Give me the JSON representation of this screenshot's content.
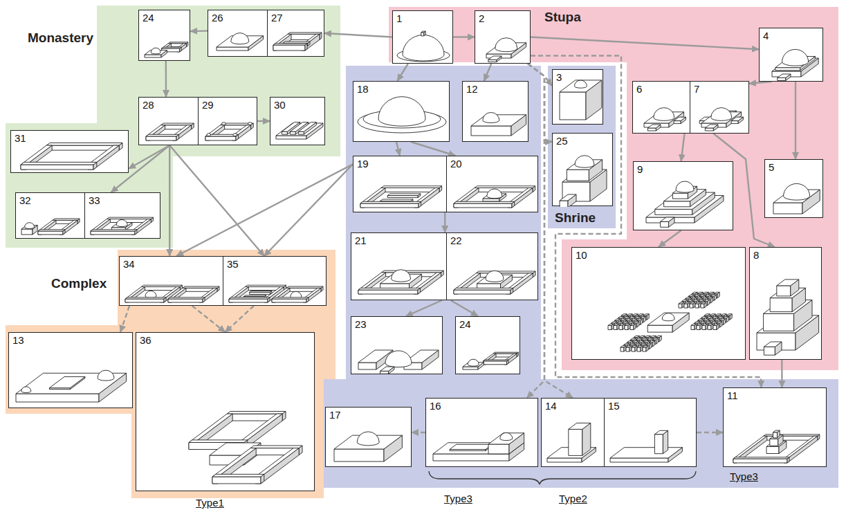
{
  "diagram": {
    "nodes": [
      {
        "text": [
          "Stupa"
        ]
      },
      {
        "text": [
          "1"
        ],
        "in": 0
      },
      {
        "text": [
          "2"
        ],
        "in": 0
      },
      {
        "text": [
          "4"
        ],
        "in": 0
      },
      {
        "text": [
          "6"
        ],
        "in": 0
      },
      {
        "text": [
          "7"
        ],
        "in": 0
      },
      {
        "text": [
          "5"
        ],
        "in": 0
      },
      {
        "text": [
          "9"
        ],
        "in": 0
      },
      {
        "text": [
          "10"
        ],
        "in": 0
      },
      {
        "text": [
          "8"
        ],
        "in": 0
      },
      {
        "text": [
          "Monastery"
        ]
      },
      {
        "text": [
          "24"
        ],
        "in": 10
      },
      {
        "text": [
          "26"
        ],
        "in": 10
      },
      {
        "text": [
          "27"
        ],
        "in": 10
      },
      {
        "text": [
          "28"
        ],
        "in": 10
      },
      {
        "text": [
          "29"
        ],
        "in": 10
      },
      {
        "text": [
          "30"
        ],
        "in": 10
      },
      {
        "text": [
          "31"
        ],
        "in": 10
      },
      {
        "text": [
          "32"
        ],
        "in": 10
      },
      {
        "text": [
          "33"
        ],
        "in": 10
      },
      {
        "text": [
          "Shrine"
        ]
      },
      {
        "text": [
          "18"
        ],
        "in": 20
      },
      {
        "text": [
          "12"
        ],
        "in": 20
      },
      {
        "text": [
          "3"
        ],
        "in": 20
      },
      {
        "text": [
          "25"
        ],
        "in": 20
      },
      {
        "text": [
          "19"
        ],
        "in": 20
      },
      {
        "text": [
          "20"
        ],
        "in": 20
      },
      {
        "text": [
          "21"
        ],
        "in": 20
      },
      {
        "text": [
          "22"
        ],
        "in": 20
      },
      {
        "text": [
          "23"
        ],
        "in": 20
      },
      {
        "text": [
          "24"
        ],
        "in": 20
      },
      {
        "text": [
          "17"
        ],
        "in": 20
      },
      {
        "text": [
          "16"
        ],
        "in": 20
      },
      {
        "text": [
          "14"
        ],
        "in": 20
      },
      {
        "text": [
          "15"
        ],
        "in": 20
      },
      {
        "text": [
          "11"
        ],
        "in": 20
      },
      {
        "text": [
          "Complex"
        ]
      },
      {
        "text": [
          "34"
        ],
        "in": 36
      },
      {
        "text": [
          "35"
        ],
        "in": 36
      },
      {
        "text": [
          "13"
        ],
        "in": 36
      },
      {
        "text": [
          "36"
        ],
        "in": 36
      }
    ],
    "edges": [
      {
        "from": 1,
        "to": 2,
        "arrow": "to"
      },
      {
        "from": 2,
        "to": 3,
        "arrow": "to"
      },
      {
        "from": 1,
        "to": 13,
        "arrow": "to"
      },
      {
        "from": 12,
        "to": 11,
        "arrow": "to"
      },
      {
        "from": 11,
        "to": 14,
        "arrow": "to"
      },
      {
        "from": 15,
        "to": 16,
        "arrow": "to"
      },
      {
        "from": 1,
        "to": 21,
        "arrow": "to"
      },
      {
        "from": 2,
        "to": 22,
        "arrow": "to"
      },
      {
        "from": 2,
        "to": 23,
        "arrow": "to"
      },
      {
        "from": 2,
        "to": 24,
        "arrow": "to"
      },
      {
        "from": 3,
        "to": 5,
        "arrow": "to"
      },
      {
        "from": 3,
        "to": 6,
        "arrow": "to"
      },
      {
        "from": 4,
        "to": 7,
        "arrow": "to"
      },
      {
        "from": 5,
        "to": 9,
        "arrow": "to"
      },
      {
        "from": 7,
        "to": 8,
        "arrow": "to"
      },
      {
        "from": 9,
        "to": 35,
        "arrow": "to"
      },
      {
        "from": 21,
        "to": 25,
        "arrow": "to"
      },
      {
        "from": 21,
        "to": 26,
        "arrow": "to"
      },
      {
        "from": 25,
        "to": 27,
        "arrow": "to"
      },
      {
        "from": 27,
        "to": 29,
        "arrow": "to"
      },
      {
        "from": 28,
        "to": 30,
        "arrow": "to"
      },
      {
        "from": 25,
        "to": 37,
        "arrow": "to"
      },
      {
        "from": 25,
        "to": 38,
        "arrow": "to"
      },
      {
        "from": 14,
        "to": 17,
        "arrow": "to"
      },
      {
        "from": 14,
        "to": 19,
        "arrow": "to"
      },
      {
        "from": 14,
        "to": 37,
        "arrow": "to"
      },
      {
        "from": 14,
        "to": 38,
        "arrow": "to"
      },
      {
        "from": 37,
        "to": 39,
        "arrow": "to"
      },
      {
        "from": 37,
        "to": 40,
        "arrow": "to"
      },
      {
        "from": 38,
        "to": 40,
        "arrow": "to"
      },
      {
        "from": 2,
        "to": 32,
        "arrow": "to"
      },
      {
        "from": 2,
        "to": 33,
        "arrow": "to"
      },
      {
        "from": 2,
        "to": 35,
        "arrow": "to"
      },
      {
        "from": 32,
        "to": 31,
        "arrow": "to"
      },
      {
        "from": 34,
        "to": 35,
        "arrow": "to"
      }
    ],
    "labels": [
      "Type1",
      "Type3",
      "Type2",
      "Type3"
    ]
  }
}
